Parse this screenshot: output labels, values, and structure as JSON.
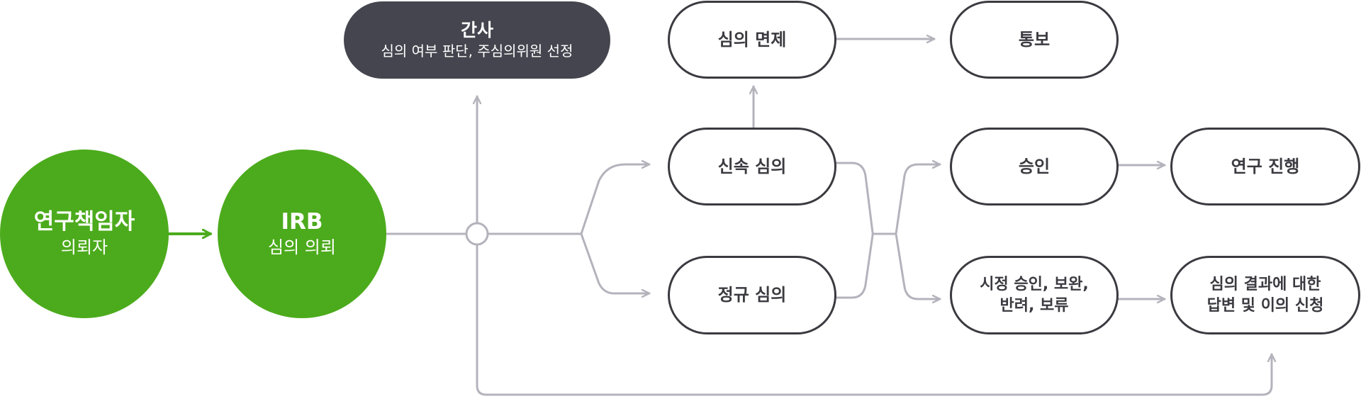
{
  "colors": {
    "green": "#4cab1c",
    "dark": "#44454e",
    "line": "#b4b3bc",
    "pill_border": "#3a3a40",
    "text_dark": "#3a3a40",
    "white": "#ffffff"
  },
  "nodes": {
    "researcher": {
      "title": "연구책임자",
      "subtitle": "의뢰자"
    },
    "irb": {
      "title": "IRB",
      "subtitle": "심의 의뢰"
    },
    "secretary": {
      "title": "간사",
      "subtitle": "심의 여부 판단, 주심의위원 선정"
    },
    "exemption": {
      "label": "심의 면제"
    },
    "notification": {
      "label": "통보"
    },
    "expedited": {
      "label": "신속 심의"
    },
    "regular": {
      "label": "정규 심의"
    },
    "approval": {
      "label": "승인"
    },
    "progress": {
      "label": "연구 진행"
    },
    "conditional": {
      "line1": "시정 승인, 보완,",
      "line2": "반려, 보류"
    },
    "appeal": {
      "line1": "심의 결과에 대한",
      "line2": "답변 및 이의 신청"
    }
  }
}
